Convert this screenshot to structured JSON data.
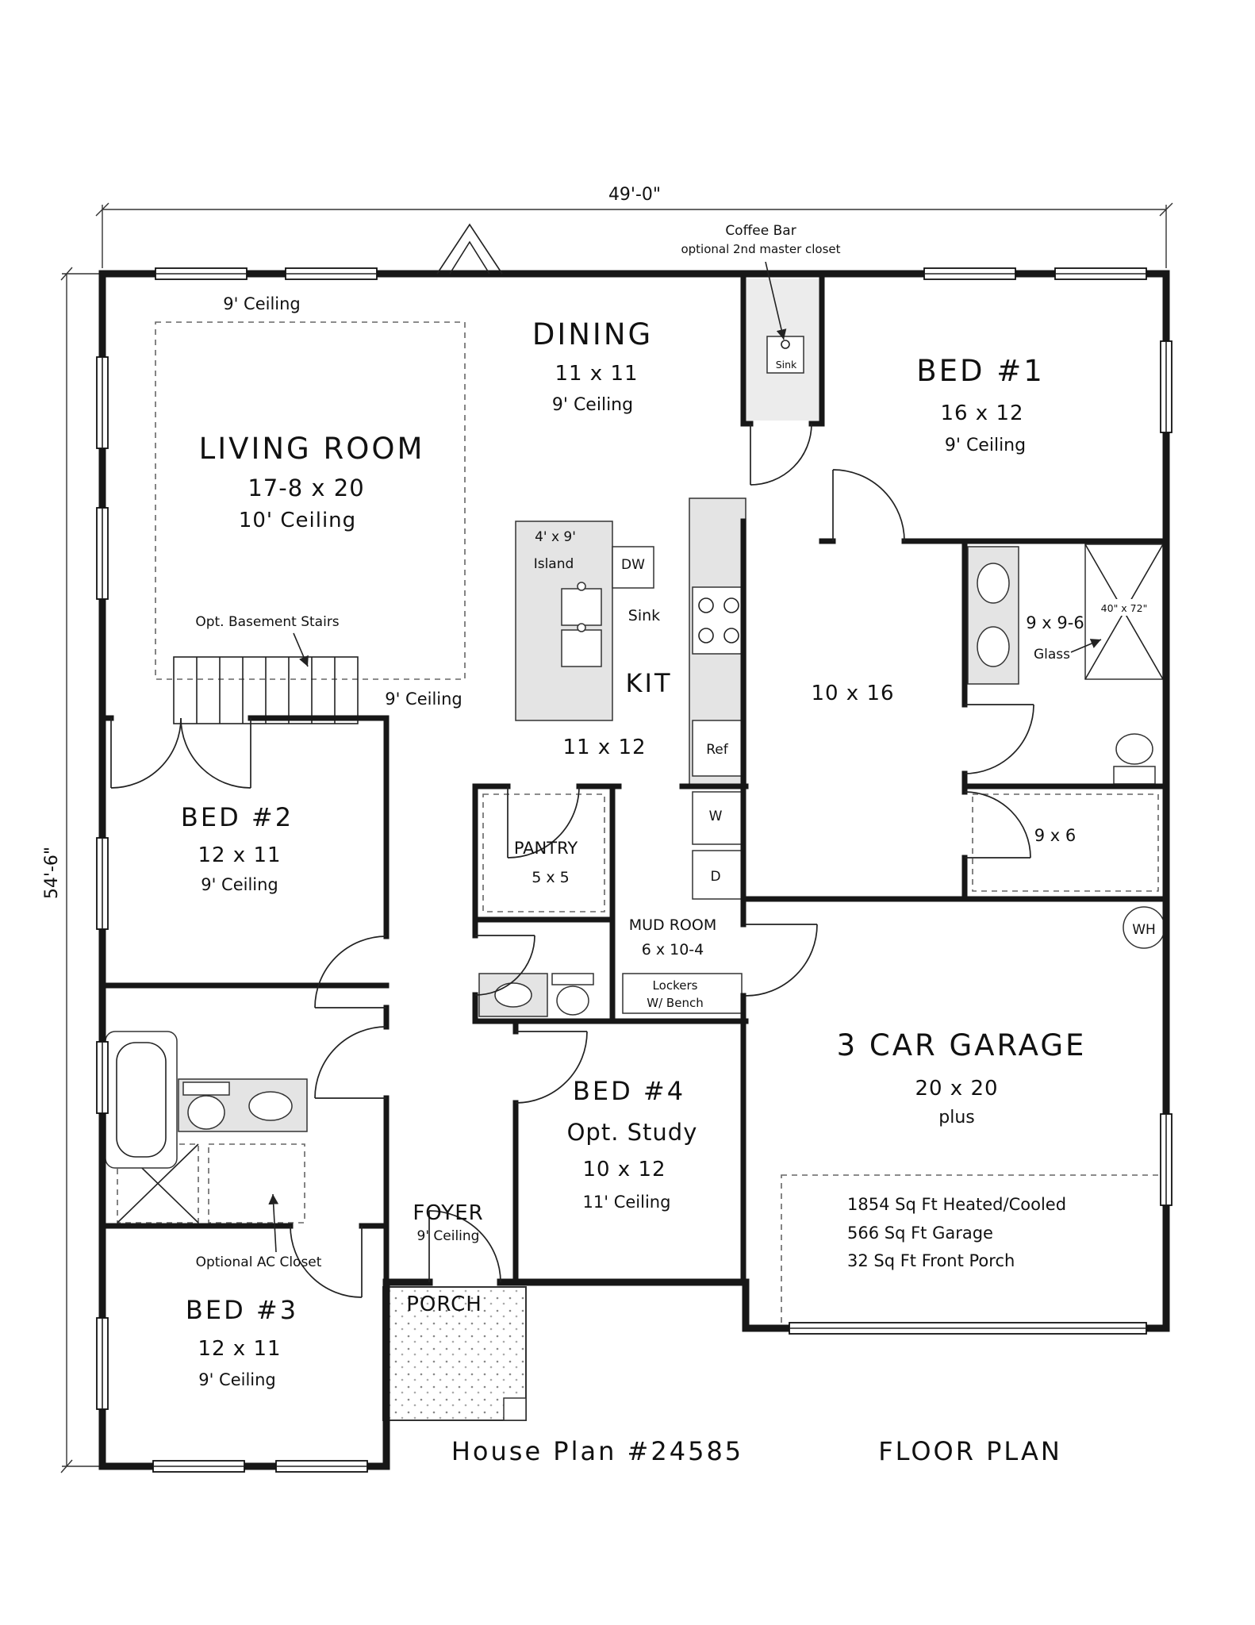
{
  "meta": {
    "plan_title": "House Plan #24585",
    "sheet_title": "FLOOR PLAN"
  },
  "dims": {
    "width": "49'-0\"",
    "height": "54'-6\""
  },
  "rooms": {
    "living": {
      "name": "LIVING ROOM",
      "size": "17-8 x 20",
      "ceiling": "10' Ceiling"
    },
    "dining": {
      "name": "DINING",
      "size": "11 x 11",
      "ceiling": "9' Ceiling"
    },
    "bed1": {
      "name": "BED #1",
      "size": "16 x 12",
      "ceiling": "9' Ceiling"
    },
    "kitchen": {
      "name": "KIT",
      "size": "11 x 12",
      "ceiling": "9' Ceiling"
    },
    "bed2": {
      "name": "BED #2",
      "size": "12 x 11",
      "ceiling": "9' Ceiling"
    },
    "bed3": {
      "name": "BED #3",
      "size": "12 x 11",
      "ceiling": "9' Ceiling"
    },
    "bed4": {
      "name": "BED #4",
      "alt": "Opt. Study",
      "size": "10 x 12",
      "ceiling": "11' Ceiling"
    },
    "pantry": {
      "name": "PANTRY",
      "size": "5 x 5"
    },
    "mudroom": {
      "name": "MUD ROOM",
      "size": "6 x 10-4"
    },
    "garage": {
      "name": "3 CAR GARAGE",
      "size": "20 x 20",
      "suffix": "plus"
    },
    "foyer": {
      "name": "FOYER",
      "ceiling": "9' Ceiling"
    },
    "porch": {
      "name": "PORCH"
    },
    "hall": {
      "size": "10 x 16"
    },
    "master_bath": {
      "size": "9 x 9-6",
      "glass": "Glass",
      "shower_size": "40\" x 72\""
    },
    "master_closet": {
      "size": "9 x 6"
    }
  },
  "notes": {
    "ceiling9_front": "9' Ceiling",
    "coffee_bar_1": "Coffee Bar",
    "coffee_bar_2": "optional 2nd master closet",
    "basement_stairs": "Opt. Basement Stairs",
    "ac_closet": "Optional AC Closet",
    "island_size": "4' x 9'",
    "island": "Island",
    "lockers_1": "Lockers",
    "lockers_2": "W/ Bench"
  },
  "fixtures": {
    "dw": "DW",
    "sink": "Sink",
    "coffee_sink": "Sink",
    "ref": "Ref",
    "washer": "W",
    "dryer": "D",
    "water_heater": "WH"
  },
  "stats": {
    "heated": "1854 Sq Ft Heated/Cooled",
    "garage": "566 Sq Ft Garage",
    "porch": "32 Sq Ft Front Porch"
  }
}
